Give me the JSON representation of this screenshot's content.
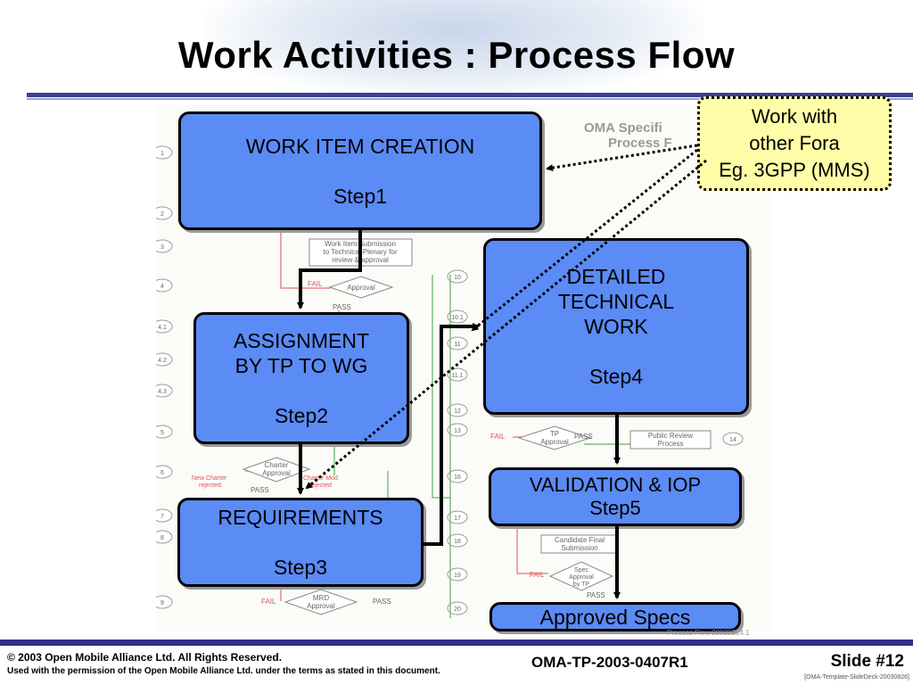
{
  "title": "Work Activities : Process Flow",
  "boxes": [
    {
      "line1": "WORK ITEM CREATION",
      "step": "Step1"
    },
    {
      "line1": "ASSIGNMENT",
      "line2": "BY TP TO WG",
      "step": "Step2"
    },
    {
      "line1": "REQUIREMENTS",
      "step": "Step3"
    },
    {
      "line1": "DETAILED",
      "line2": "TECHNICAL",
      "line3": "WORK",
      "step": "Step4"
    },
    {
      "line1": "VALIDATION & IOP",
      "step": "Step5"
    },
    {
      "line1": "Approved Specs"
    }
  ],
  "callout": {
    "line1": "Work with",
    "line2": "other Fora",
    "line3": "Eg. 3GPP (MMS)"
  },
  "background_flow": {
    "heading1": "OMA Specifi",
    "heading2": "Process F",
    "left_steps": [
      "1",
      "2",
      "3",
      "4",
      "4.1",
      "4.2",
      "4.3",
      "5",
      "6",
      "7",
      "8",
      "9"
    ],
    "right_steps": [
      "10",
      "10.1",
      "11",
      "11.1",
      "12",
      "13",
      "16",
      "17",
      "18",
      "19",
      "20"
    ],
    "step14": "14",
    "wi_submission": [
      "Work Item Submission",
      "to Technical Plenary for",
      "review & approval"
    ],
    "approval": "Approval",
    "fail": "FAIL",
    "pass": "PASS",
    "charter": [
      "Charter",
      "Approval"
    ],
    "new_charter": [
      "New Charter",
      "rejected"
    ],
    "charter_mod": [
      "Charter Mod",
      "rejected"
    ],
    "mrd": [
      "MRD",
      "Approval"
    ],
    "tp": [
      "TP",
      "Approval"
    ],
    "public_review": [
      "Public Review",
      "Process"
    ],
    "candidate": [
      "Candidate Final",
      "Submission"
    ],
    "spec": [
      "Spec",
      "Approval",
      "by TP"
    ]
  },
  "footer": {
    "copyright": "© 2003 Open Mobile Alliance Ltd.  All Rights Reserved.",
    "permission": "Used with the permission of the Open Mobile Alliance Ltd. under the terms as stated in this document.",
    "doc_id": "OMA-TP-2003-0407R1",
    "slide": "Slide #12",
    "template": "[OMA-Template-SlideDeck-20030826]",
    "footnote": "Process Flow 20030214.1"
  },
  "colors": {
    "box_fill": "#5b8bf5",
    "callout_fill": "#fffda8",
    "rule": "#2d3288"
  }
}
